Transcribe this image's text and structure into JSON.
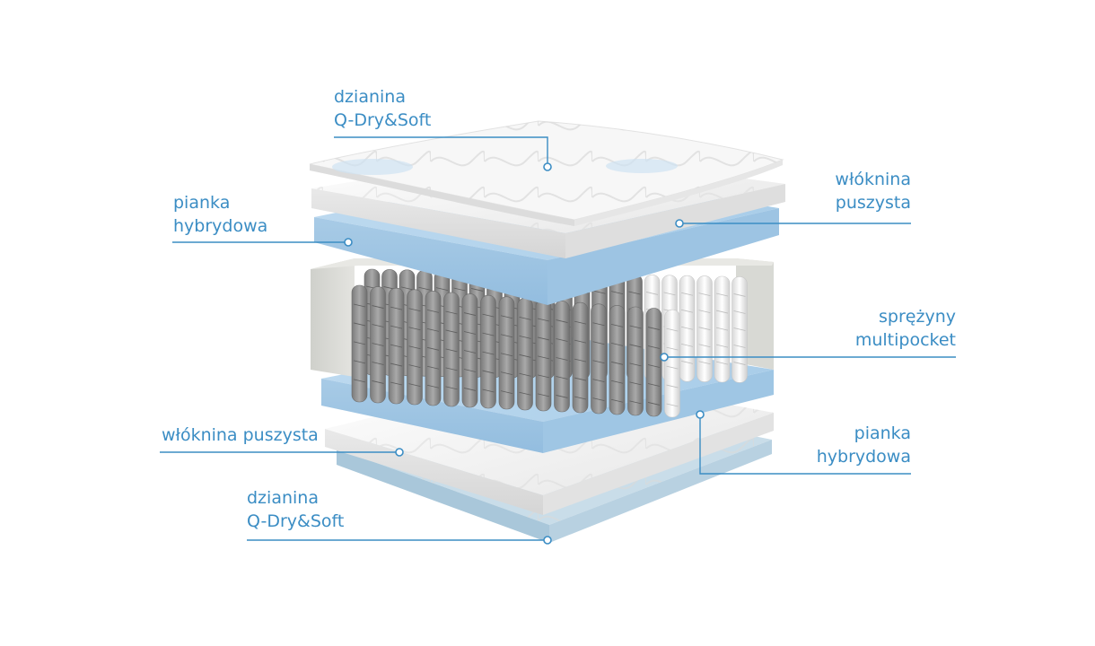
{
  "colors": {
    "accent": "#3b8dc4",
    "foam_blue": "#aed0ea",
    "fabric_white": "#f1f1f1",
    "spring_grey": "#8d8d8d"
  },
  "labels": {
    "top_knit": {
      "line1": "dzianina",
      "line2": "Q-Dry&Soft"
    },
    "top_fleece": {
      "line1": "włóknina",
      "line2": "puszysta"
    },
    "top_foam": {
      "line1": "pianka",
      "line2": "hybrydowa"
    },
    "springs": {
      "line1": "sprężyny",
      "line2": "multipocket"
    },
    "bottom_fleece": {
      "line1": "włóknina puszysta"
    },
    "bottom_foam": {
      "line1": "pianka",
      "line2": "hybrydowa"
    },
    "bottom_knit": {
      "line1": "dzianina",
      "line2": "Q-Dry&Soft"
    }
  }
}
